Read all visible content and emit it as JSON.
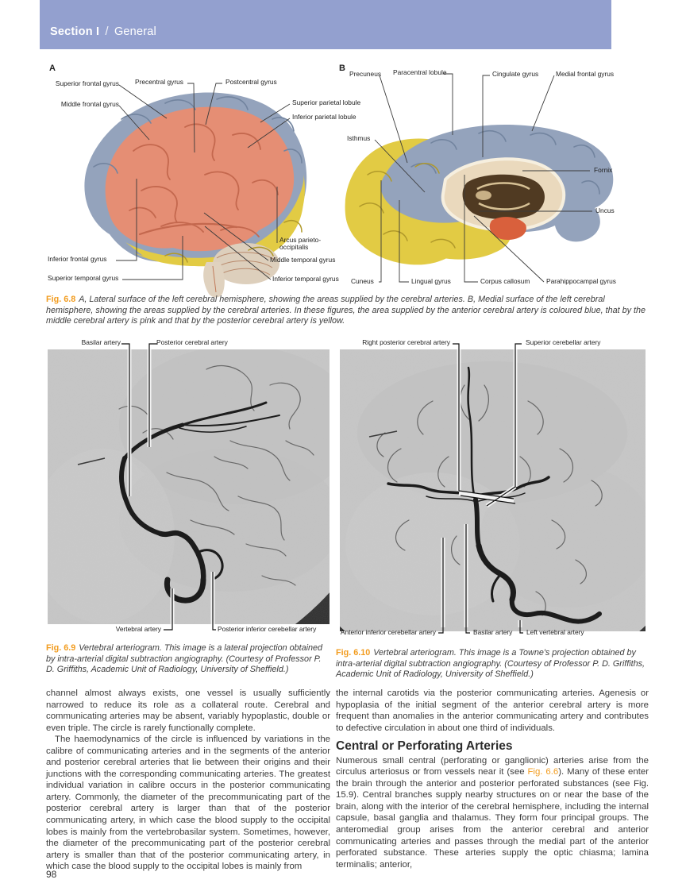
{
  "header": {
    "section_label": "Section I",
    "separator": "/",
    "subtitle": "General",
    "bg_color": "#93a0cf"
  },
  "colors": {
    "accent_orange": "#f29c1f",
    "anterior_cerebral_territory_blue": "#94a3bc",
    "middle_cerebral_territory_pink": "#e58e74",
    "posterior_cerebral_territory_yellow": "#e2cb44"
  },
  "fig68": {
    "panel_a_letter": "A",
    "panel_b_letter": "B",
    "a_labels": {
      "superior_frontal_gyrus": "Superior frontal gyrus",
      "precentral_gyrus": "Precentral gyrus",
      "postcentral_gyrus": "Postcentral gyrus",
      "superior_parietal_lobule": "Superior parietal lobule",
      "inferior_parietal_lobule": "Inferior parietal lobule",
      "middle_frontal_gyrus": "Middle frontal gyrus",
      "inferior_frontal_gyrus": "Inferior frontal gyrus",
      "superior_temporal_gyrus": "Superior temporal gyrus",
      "arcus_parieto_occipitalis": "Arcus parieto-occipitalis",
      "middle_temporal_gyrus": "Middle temporal gyrus",
      "inferior_temporal_gyrus": "Inferior temporal gyrus"
    },
    "b_labels": {
      "precuneus": "Precuneus",
      "paracentral_lobule": "Paracentral lobule",
      "cingulate_gyrus": "Cingulate gyrus",
      "medial_frontal_gyrus": "Medial frontal gyrus",
      "isthmus": "Isthmus",
      "fornix": "Fornix",
      "uncus": "Uncus",
      "cuneus": "Cuneus",
      "lingual_gyrus": "Lingual gyrus",
      "corpus_callosum": "Corpus callosum",
      "parahippocampal_gyrus": "Parahippocampal gyrus"
    },
    "caption_label": "Fig. 6.8",
    "caption_text": "A, Lateral surface of the left cerebral hemisphere, showing the areas supplied by the cerebral arteries. B, Medial surface of the left cerebral hemisphere, showing the areas supplied by the cerebral arteries. In these figures, the area supplied by the anterior cerebral artery is coloured blue, that by the middle cerebral artery is pink and that by the posterior cerebral artery is yellow."
  },
  "fig69": {
    "labels": {
      "basilar_artery": "Basilar artery",
      "posterior_cerebral_artery": "Posterior cerebral artery",
      "vertebral_artery": "Vertebral artery",
      "posterior_inferior_cerebellar_artery": "Posterior inferior cerebellar artery"
    },
    "caption_label": "Fig. 6.9",
    "caption_text": "Vertebral arteriogram. This image is a lateral projection obtained by intra-arterial digital subtraction angiography. (Courtesy of Professor P. D. Griffiths, Academic Unit of Radiology, University of Sheffield.)"
  },
  "fig610": {
    "labels": {
      "right_posterior_cerebral_artery": "Right posterior cerebral artery",
      "superior_cerebellar_artery": "Superior cerebellar artery",
      "anterior_inferior_cerebellar_artery": "Anterior inferior cerebellar artery",
      "basilar_artery": "Basilar artery",
      "left_vertebral_artery": "Left vertebral artery"
    },
    "caption_label": "Fig. 6.10",
    "caption_text": "Vertebral arteriogram. This image is a Towne's projection obtained by intra-arterial digital subtraction angiography. (Courtesy of Professor P. D. Griffiths, Academic Unit of Radiology, University of Sheffield.)"
  },
  "body": {
    "left_col": {
      "para1": "channel almost always exists, one vessel is usually sufficiently narrowed to reduce its role as a collateral route. Cerebral and communicating arteries may be absent, variably hypoplastic, double or even triple. The circle is rarely functionally complete.",
      "para2": "The haemodynamics of the circle is influenced by variations in the calibre of communicating arteries and in the segments of the anterior and posterior cerebral arteries that lie between their origins and their junctions with the corresponding communicating arteries. The greatest individual variation in calibre occurs in the posterior communicating artery. Commonly, the diameter of the precommunicating part of the posterior cerebral artery is larger than that of the posterior communicating artery, in which case the blood supply to the occipital lobes is mainly from the vertebrobasilar system. Sometimes, however, the diameter of the precommunicating part of the posterior cerebral artery is smaller than that of the posterior communicating artery, in which case the blood supply to the occipital lobes is mainly from"
    },
    "right_col": {
      "para1": "the internal carotids via the posterior communicating arteries. Agenesis or hypoplasia of the initial segment of the anterior cerebral artery is more frequent than anomalies in the anterior communicating artery and contributes to defective circulation in about one third of individuals.",
      "heading": "Central or Perforating Arteries",
      "para2_before": "Numerous small central (perforating or ganglionic) arteries arise from the circulus arteriosus or from vessels near it (see ",
      "para2_link": "Fig. 6.6",
      "para2_after": "). Many of these enter the brain through the anterior and posterior perforated substances (see Fig. 15.9). Central branches supply nearby structures on or near the base of the brain, along with the interior of the cerebral hemisphere, including the internal capsule, basal ganglia and thalamus. They form four principal groups. The anteromedial group arises from the anterior cerebral and anterior communicating arteries and passes through the medial part of the anterior perforated substance. These arteries supply the optic chiasma; lamina terminalis; anterior,"
    }
  },
  "page": {
    "number": "98"
  }
}
